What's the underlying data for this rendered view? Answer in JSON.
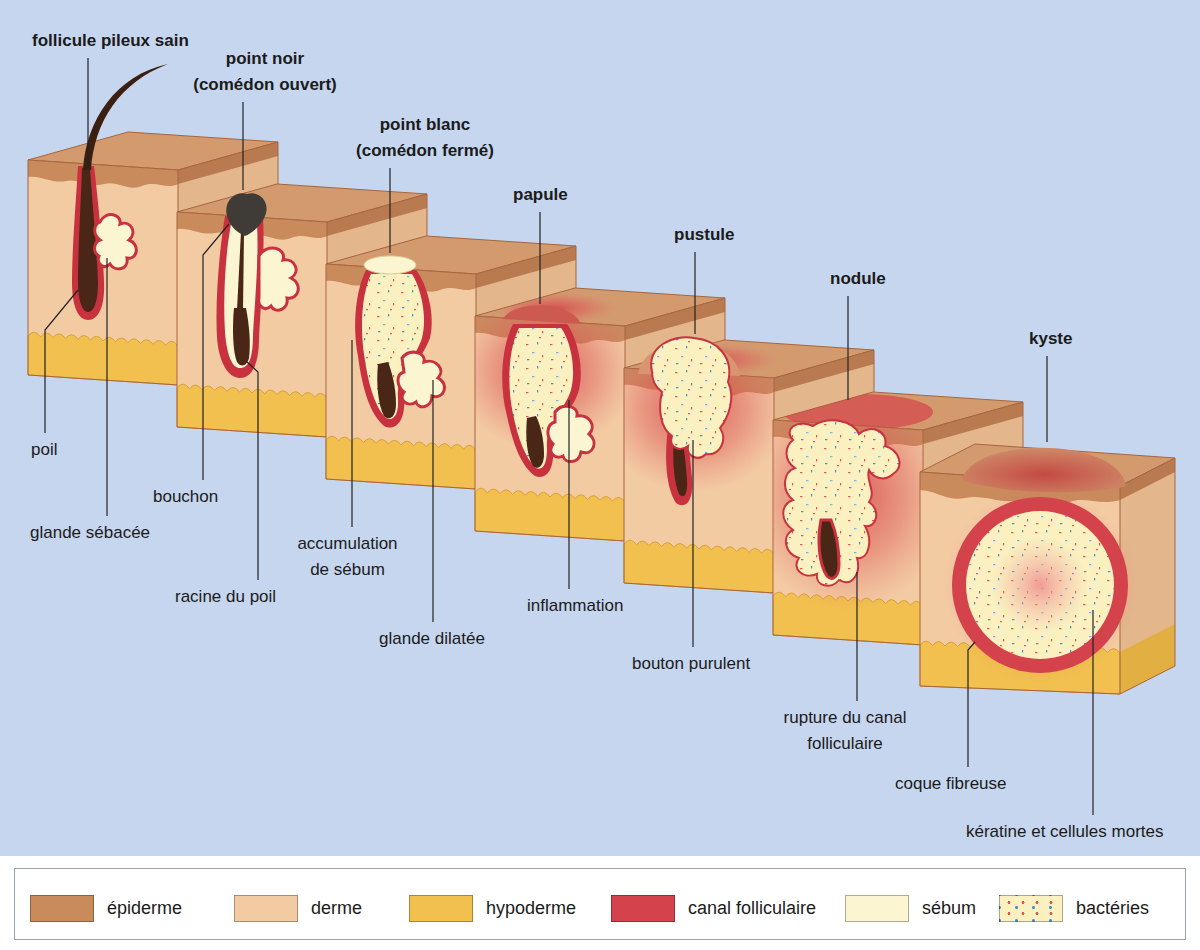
{
  "diagram": {
    "labels": [
      "follicule pileux sain",
      "point noir (comédon ouvert)",
      "point blanc (comédon fermé)",
      "papule",
      "pustule",
      "nodule",
      "kyste",
      "poil",
      "glande sébacée",
      "bouchon",
      "racine du poil",
      "accumulation de sébum",
      "glande dilatée",
      "inflammation",
      "bouton purulent",
      "rupture du canal folliculaire",
      "coque fibreuse",
      "kératine et cellules mortes"
    ],
    "legend": [
      {
        "text": "épiderme",
        "color": "#c98a5c"
      },
      {
        "text": "derme",
        "color": "#f3cba3"
      },
      {
        "text": "hypoderme",
        "color": "#f1c04f"
      },
      {
        "text": "canal folliculaire",
        "color": "#d4434b"
      },
      {
        "text": "sébum",
        "color": "#fbf5d2"
      },
      {
        "text": "bactéries",
        "color": "#faf0c0"
      }
    ]
  }
}
